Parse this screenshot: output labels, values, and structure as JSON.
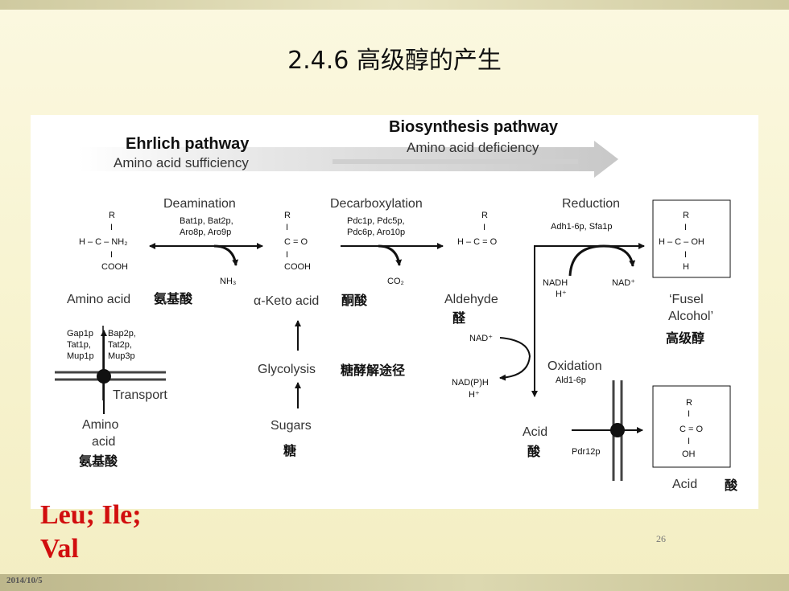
{
  "slide": {
    "title": "2.4.6 高级醇的产生",
    "caption_line1": "Leu; Ile;",
    "caption_line2": "Val",
    "page_number": "26",
    "date": "2014/10/5"
  },
  "colors": {
    "caption": "#d10e0e",
    "background": "#f7f3cf"
  },
  "diagram": {
    "ehrlich_title": "Ehrlich pathway",
    "ehrlich_sub": "Amino acid sufficiency",
    "biosyn_title": "Biosynthesis pathway",
    "biosyn_sub": "Amino acid deficiency",
    "deamination": "Deamination",
    "deamination_enz1": "Bat1p, Bat2p,",
    "deamination_enz2": "Aro8p, Aro9p",
    "decarboxylation": "Decarboxylation",
    "decarb_enz1": "Pdc1p, Pdc5p,",
    "decarb_enz2": "Pdc6p, Aro10p",
    "reduction": "Reduction",
    "reduction_enz": "Adh1-6p, Sfa1p",
    "aa_r": "R",
    "aa_bar1": "I",
    "aa_mid": "H – C – NH₂",
    "aa_bar2": "I",
    "aa_bot": "COOH",
    "keto_r": "R",
    "keto_bar1": "I",
    "keto_mid": "C = O",
    "keto_bar2": "I",
    "keto_bot": "COOH",
    "ald_r": "R",
    "ald_bar1": "I",
    "ald_mid": "H – C = O",
    "fusel_r": "R",
    "fusel_bar1": "I",
    "fusel_mid": "H – C – OH",
    "fusel_bar2": "I",
    "fusel_bot": "H",
    "acid_r": "R",
    "acid_bar1": "I",
    "acid_mid": "C = O",
    "acid_bar2": "I",
    "acid_bot": "OH",
    "nh3": "NH₃",
    "co2": "CO₂",
    "nadh": "NADH",
    "h_plus1": "H⁺",
    "nad_plus1": "NAD⁺",
    "amino_acid": "Amino acid",
    "amino_acid_cn": "氨基酸",
    "keto_acid": "α-Keto acid",
    "keto_acid_cn": "酮酸",
    "aldehyde": "Aldehyde",
    "aldehyde_cn": "醛",
    "fusel1": "‘Fusel",
    "fusel2": "Alcohol’",
    "fusel_cn": "高级醇",
    "transporters_left": [
      "Gap1p",
      "Tat1p,",
      "Mup1p"
    ],
    "transporters_right": [
      "Bap2p,",
      "Tat2p,",
      "Mup3p"
    ],
    "transport": "Transport",
    "glycolysis": "Glycolysis",
    "glycolysis_cn": "糖酵解途径",
    "amino1": "Amino",
    "amino2": "acid",
    "amino_cn": "氨基酸",
    "sugars": "Sugars",
    "sugars_cn": "糖",
    "nad_plus2": "NAD⁺",
    "nadph": "NAD(P)H",
    "h_plus2": "H⁺",
    "oxidation": "Oxidation",
    "oxidation_enz": "Ald1-6p",
    "acid": "Acid",
    "acid_cn": "酸",
    "pdr12p": "Pdr12p",
    "acid_box_label": "Acid",
    "acid_box_cn": "酸"
  }
}
